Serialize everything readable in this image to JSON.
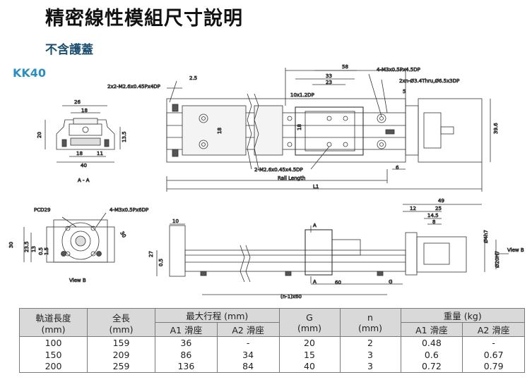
{
  "header": {
    "title": "精密線性模組尺寸說明",
    "subtitle": "不含護蓋",
    "model": "KK40"
  },
  "drawing": {
    "labels": {
      "slot_top": "2x2-M2.6x0.45Px4DP",
      "d25": "2.5",
      "d58": "58",
      "d33": "33",
      "d23": "23",
      "hole10": "10x1.2DP",
      "m3top": "4-M3x0.5Px4.5DP",
      "thru": "2xn-Ø3.4Thru,Ø6.5x3DP",
      "d5": "5",
      "d39_6": "39.6",
      "d18v": "18",
      "d18c": "18",
      "m2bot": "2-M2.6x0.45x4.5DP",
      "d6": "6",
      "rail": "Rail Length",
      "L1": "L1",
      "d26": "26",
      "d18a": "18",
      "d20": "20",
      "d13_5": "13.5",
      "d18b": "18",
      "d11": "11",
      "d40": "40",
      "AA": "A - A",
      "pcd": "PCD29",
      "m3b": "4-M3x0.5Px6DP",
      "d30b": "30",
      "d30": "30",
      "d23_5": "23.5",
      "d13": "13",
      "d0_5": "0.5",
      "d1_5": "1.5",
      "viewB": "View B",
      "d10": "10",
      "d27": "27",
      "d0_5b": "0.5",
      "A1": "A",
      "A2": "A",
      "d60": "60",
      "G": "G",
      "n60": "(n-1)x60",
      "d49": "49",
      "d12": "12",
      "d25b": "25",
      "d14_5": "14.5",
      "d8": "8",
      "phi4": "Ø4h7",
      "phi20": "Ø20H7",
      "viewB2": "View B"
    }
  },
  "table": {
    "headers": {
      "rail": "軌道長度\n(mm)",
      "total": "全長\n(mm)",
      "stroke": "最大行程 (mm)",
      "G": "G\n(mm)",
      "n": "n\n(mm)",
      "weight": "重量 (kg)"
    },
    "sub": {
      "a1": "A1 滑座",
      "a2": "A2 滑座",
      "w1": "A1 滑座",
      "w2": "A2 滑座"
    },
    "rows": [
      [
        "100",
        "159",
        "36",
        "-",
        "20",
        "2",
        "0.48",
        "-"
      ],
      [
        "150",
        "209",
        "86",
        "34",
        "15",
        "3",
        "0.6",
        "0.67"
      ],
      [
        "200",
        "259",
        "136",
        "84",
        "40",
        "3",
        "0.72",
        "0.79"
      ]
    ]
  }
}
